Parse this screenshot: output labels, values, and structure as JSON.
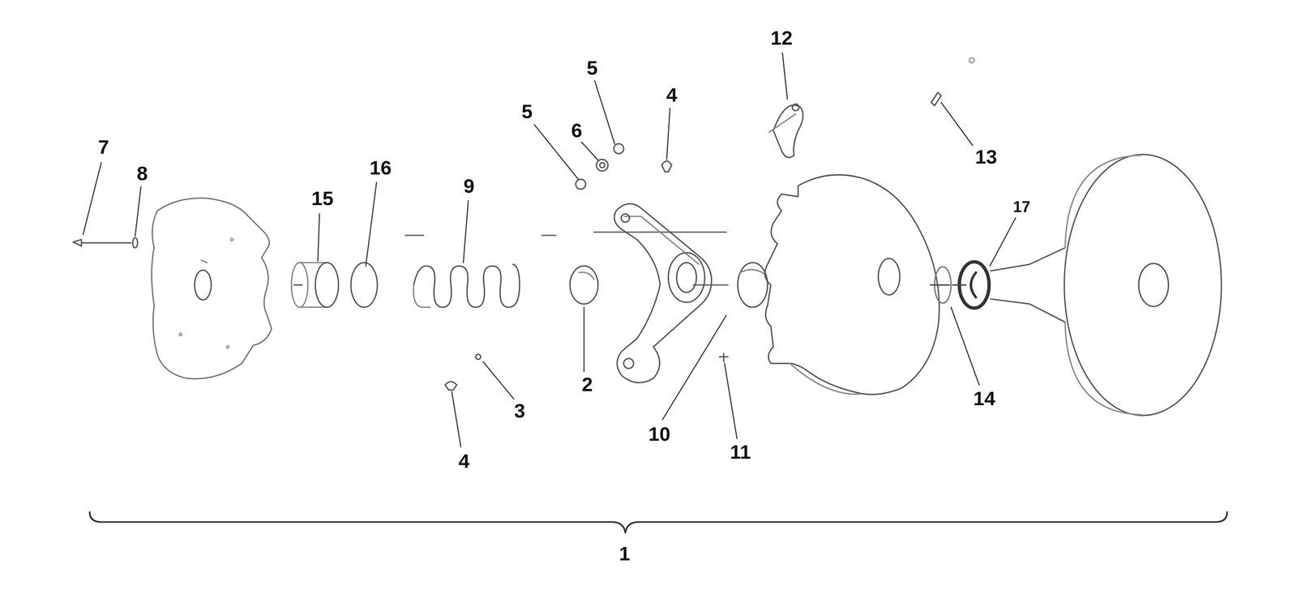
{
  "diagram": {
    "labels": [
      "12",
      "5",
      "5",
      "6",
      "4",
      "16",
      "7",
      "8",
      "15",
      "9",
      "13",
      "17",
      "2",
      "3",
      "14",
      "10",
      "11",
      "4",
      "1"
    ]
  }
}
